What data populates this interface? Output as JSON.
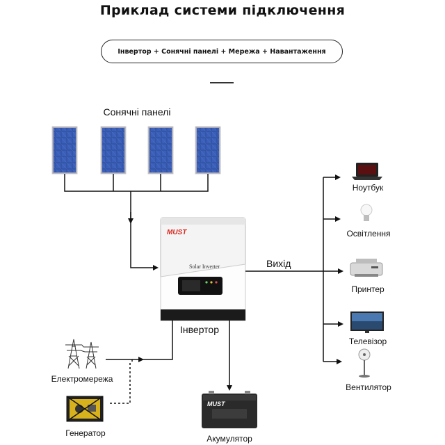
{
  "title": "Приклад системи підключення",
  "subtitle": "Інвертор + Сонячні панелі + Мережа + Навантаження",
  "labels": {
    "solar_panels": "Сонячні панелі",
    "output": "Вихід",
    "inverter": "Інвертор",
    "grid": "Електромережа",
    "generator": "Генератор",
    "battery": "Акумулятор",
    "inverter_brand": "MUST",
    "inverter_model": "Solar Inverter",
    "battery_brand": "MUST"
  },
  "loads": [
    {
      "label": "Ноутбук",
      "icon": "laptop-icon"
    },
    {
      "label": "Освітлення",
      "icon": "light-bulb-icon"
    },
    {
      "label": "Принтер",
      "icon": "printer-icon"
    },
    {
      "label": "Телевізор",
      "icon": "tv-icon"
    },
    {
      "label": "Вентилятор",
      "icon": "fan-icon"
    }
  ],
  "colors": {
    "panel_blue": "#2e4c9a",
    "line": "#111111",
    "inverter_body": "#f2f2f2",
    "brand_red": "#d6261e"
  }
}
